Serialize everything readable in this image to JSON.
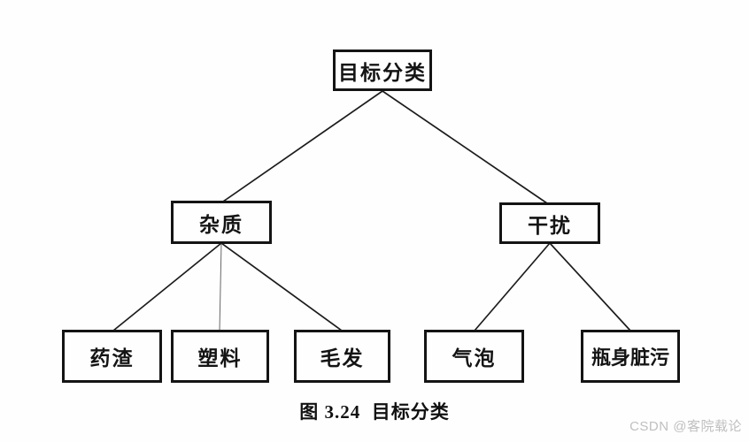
{
  "diagram": {
    "type": "tree",
    "root": {
      "label": "目标分类",
      "children": [
        {
          "label": "杂质",
          "children": [
            {
              "label": "药渣"
            },
            {
              "label": "塑料"
            },
            {
              "label": "毛发"
            }
          ]
        },
        {
          "label": "干扰",
          "children": [
            {
              "label": "气泡"
            },
            {
              "label": "瓶身脏污"
            }
          ]
        }
      ]
    },
    "caption": "图 3.24  目标分类",
    "colors": {
      "line": "#1c1c1c",
      "box_border": "#141414",
      "text": "#141414",
      "background": "#fefefe"
    }
  },
  "watermark": {
    "text": "CSDN @客院载论",
    "color": "#bfbfbf"
  }
}
